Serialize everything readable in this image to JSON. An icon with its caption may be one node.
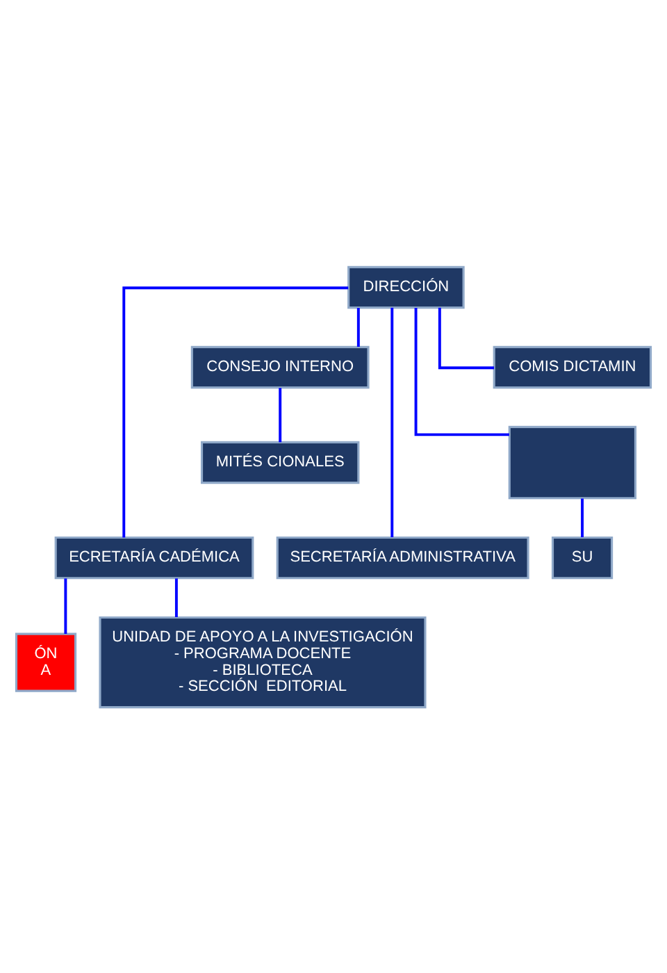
{
  "diagram": {
    "nodes": [
      {
        "text": [
          "DIRECCIÓN"
        ]
      },
      {
        "text": [
          "CONSEJO INTERNO"
        ]
      },
      {
        "text": [
          "COMIS DICTAMIN"
        ]
      },
      {
        "text": [
          "MITÉS CIONALES"
        ]
      },
      {
        "text": [
          "ECRETARÍA CADÉMICA"
        ]
      },
      {
        "text": [
          "SECRETARÍA ADMINISTRATIVA"
        ]
      },
      {
        "text": [],
        "shape": "box"
      },
      {
        "text": [
          "ÓN",
          "A"
        ]
      },
      {
        "text": [
          "UNIDAD DE APOYO A LA INVESTIGACIÓN",
          "- PROGRAMA DOCENTE",
          "- BIBLIOTECA",
          "- SECCIÓN  EDITORIAL"
        ]
      },
      {
        "text": [
          "SU"
        ]
      }
    ],
    "edges": [
      {
        "from": 0,
        "to": 1,
        "arrow": "none"
      },
      {
        "from": 0,
        "to": 2,
        "arrow": "none"
      },
      {
        "from": 1,
        "to": 3,
        "arrow": "none"
      },
      {
        "from": 0,
        "to": 4,
        "arrow": "none"
      },
      {
        "from": 0,
        "to": 5,
        "arrow": "none"
      },
      {
        "from": 0,
        "to": 6,
        "arrow": "none"
      },
      {
        "from": 4,
        "to": 7,
        "arrow": "none"
      },
      {
        "from": 4,
        "to": 8,
        "arrow": "none"
      },
      {
        "from": 6,
        "to": 9,
        "arrow": "none"
      }
    ]
  }
}
